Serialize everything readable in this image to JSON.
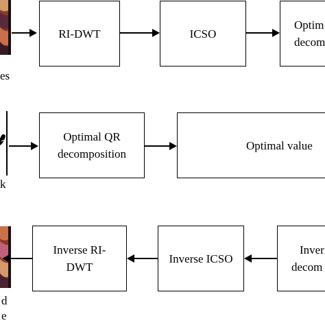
{
  "row1": {
    "left_image_label": "es",
    "box_ri_dwt": "RI-DWT",
    "box_icso": "ICSO",
    "box_opt_line1": "Optim",
    "box_opt_line2": "decompo"
  },
  "row2": {
    "left_image_label": "k",
    "box_opt_qr_line1": "Optimal QR",
    "box_opt_qr_line2": "decomposition",
    "box_opt_value": "Optimal value"
  },
  "row3": {
    "left_image_label_line1": "d",
    "left_image_label_line2": "e",
    "box_inv_ri_dwt_line1": "Inverse RI-",
    "box_inv_ri_dwt_line2": "DWT",
    "box_inv_icso": "Inverse ICSO",
    "box_inv_line1": "Inver",
    "box_inv_line2": "decom"
  },
  "colors": {
    "stroke": "#000000",
    "background": "#ffffff",
    "thumb_top": "#a8502e",
    "thumb_bottom": "#c0607a"
  }
}
